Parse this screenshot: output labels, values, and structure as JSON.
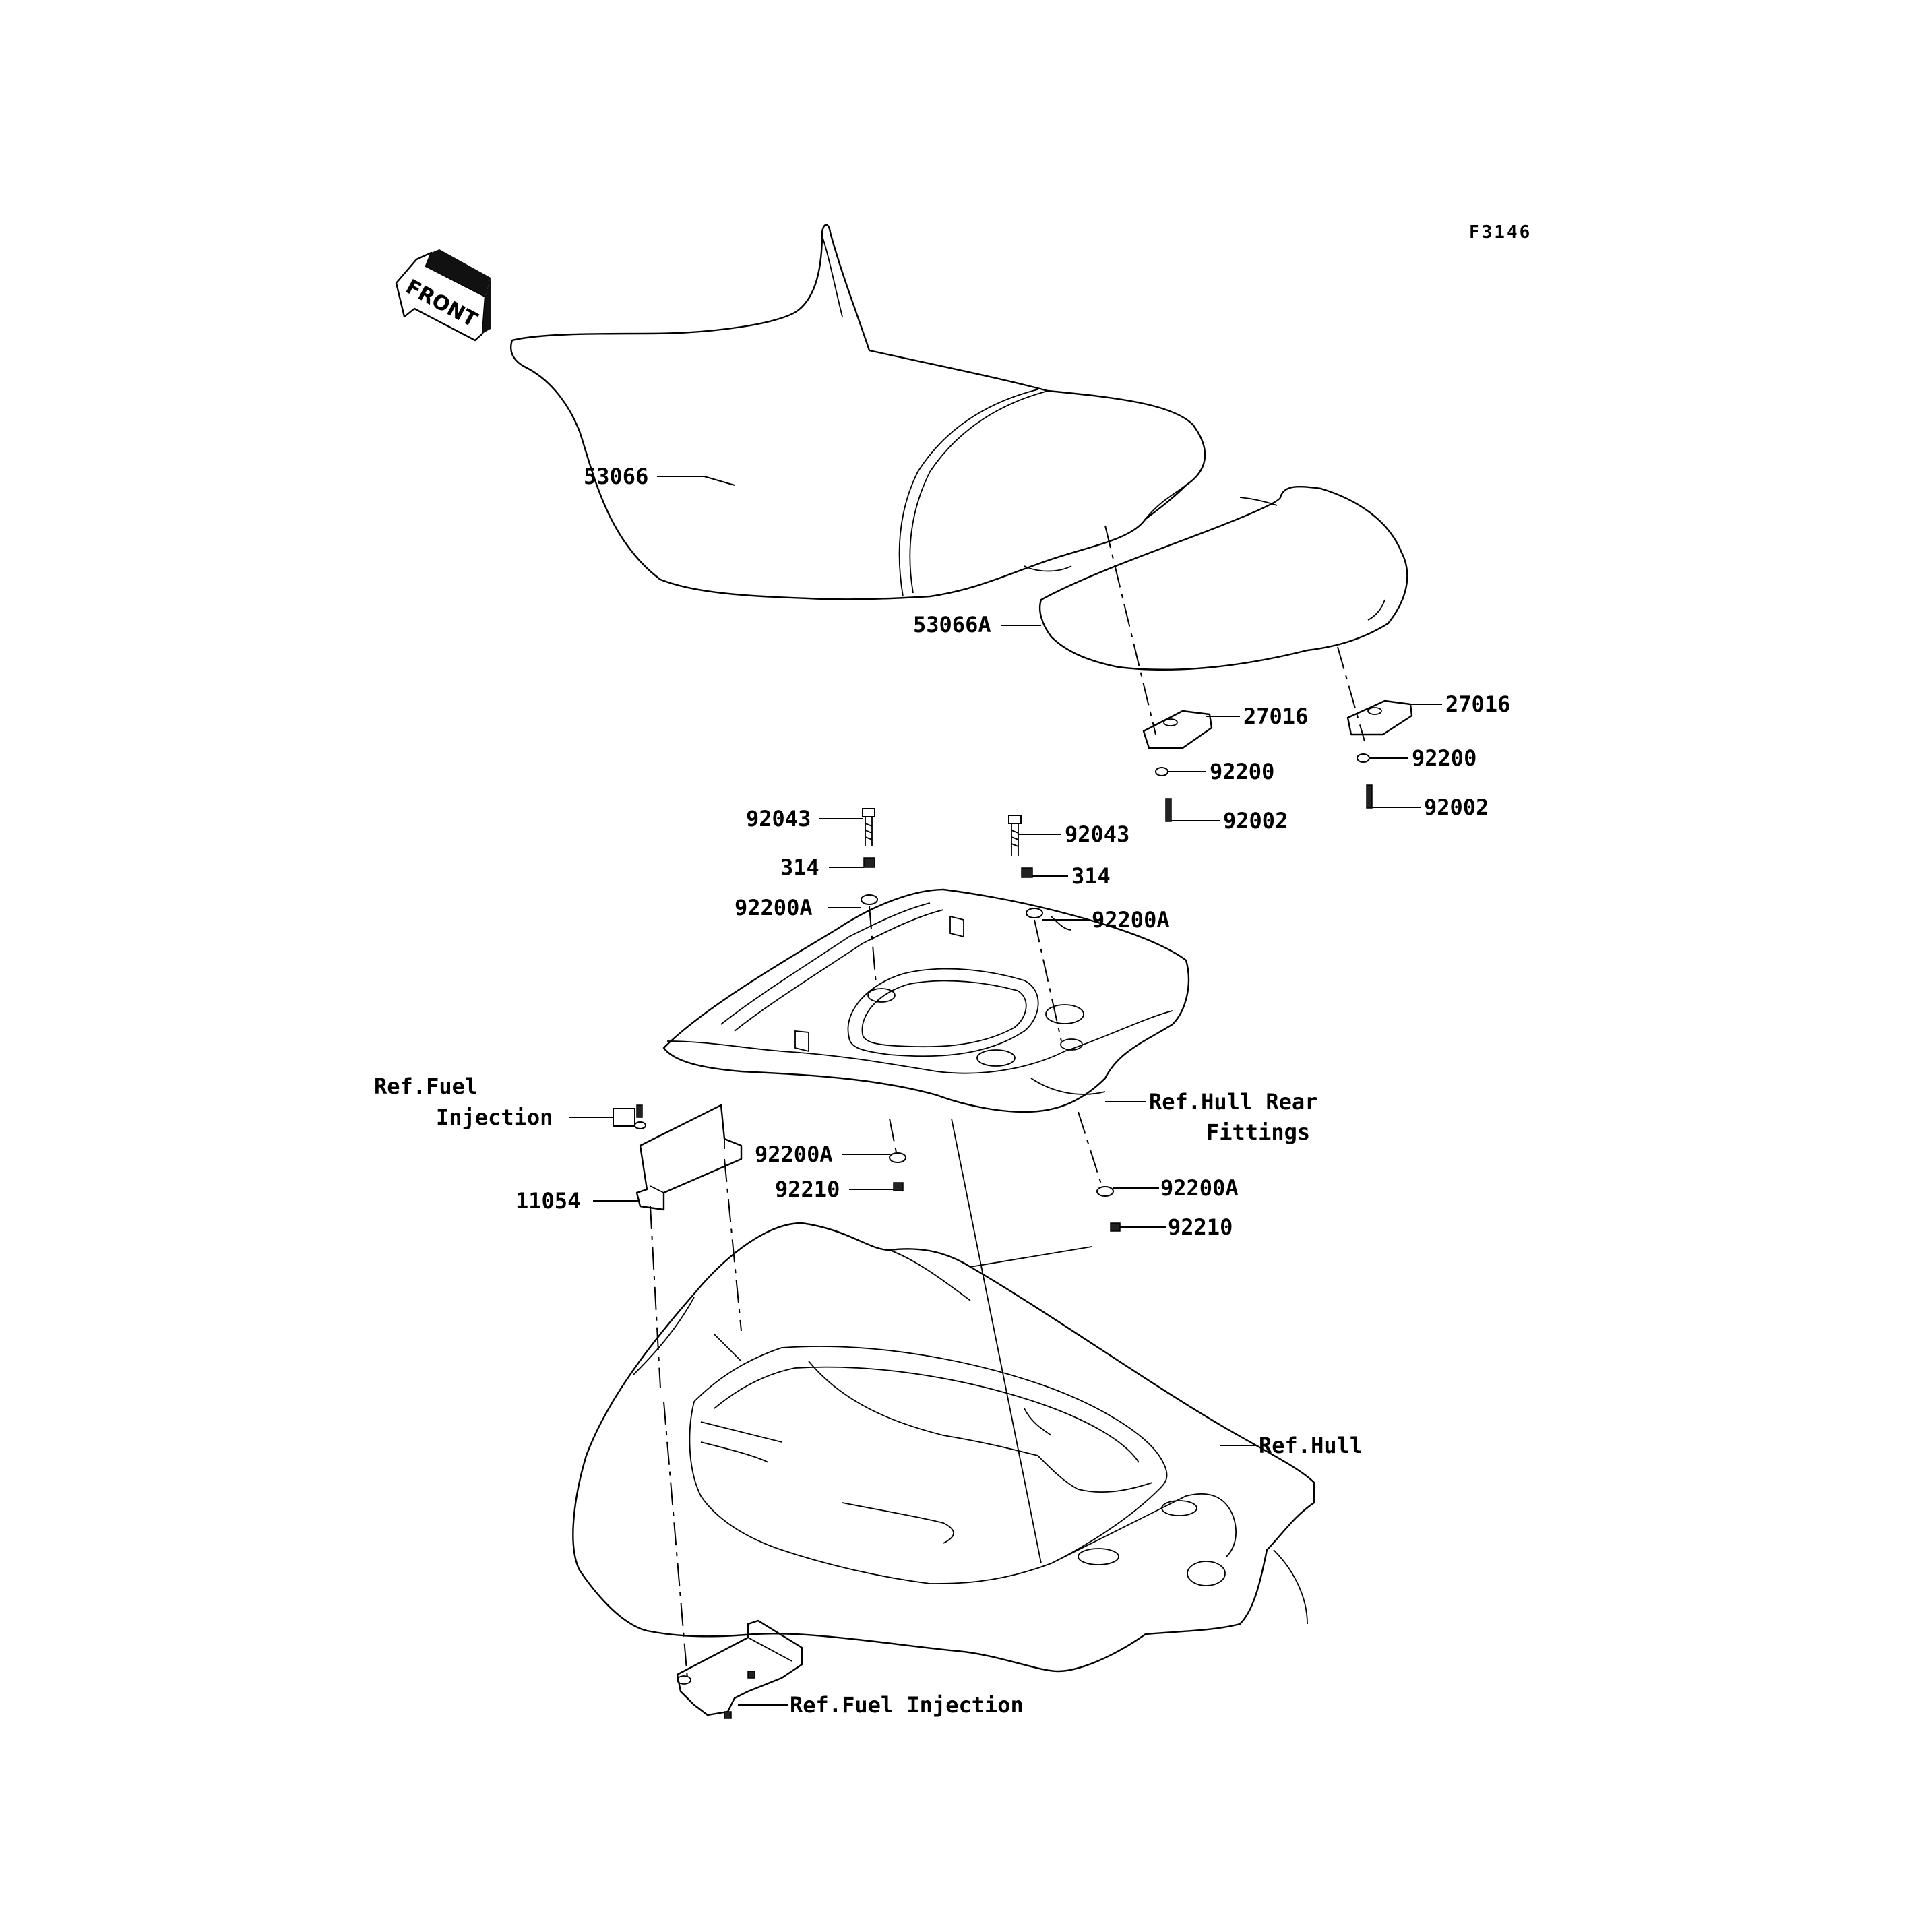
{
  "diagram_code": "F3146",
  "front_label": "FRONT",
  "labels": {
    "seat_front": "53066",
    "seat_rear": "53066A",
    "pad_left": "27016",
    "pad_right": "27016",
    "washer_left": "92200",
    "washer_right": "92200",
    "bolt_left": "92002",
    "bolt_right": "92002",
    "stud_left": "92043",
    "stud_right": "92043",
    "nut314_left": "314",
    "nut314_right": "314",
    "washer_a_upper_left": "92200A",
    "washer_a_upper_right": "92200A",
    "washer_a_lower_left": "92200A",
    "washer_a_lower_right": "92200A",
    "nut_lower_left": "92210",
    "nut_lower_right": "92210",
    "bracket": "11054",
    "ref_fuel_injection_upper_1": "Ref.Fuel",
    "ref_fuel_injection_upper_2": "Injection",
    "ref_hull_rear_fittings_1": "Ref.Hull Rear",
    "ref_hull_rear_fittings_2": "Fittings",
    "ref_hull": "Ref.Hull",
    "ref_fuel_injection_lower": "Ref.Fuel Injection"
  }
}
